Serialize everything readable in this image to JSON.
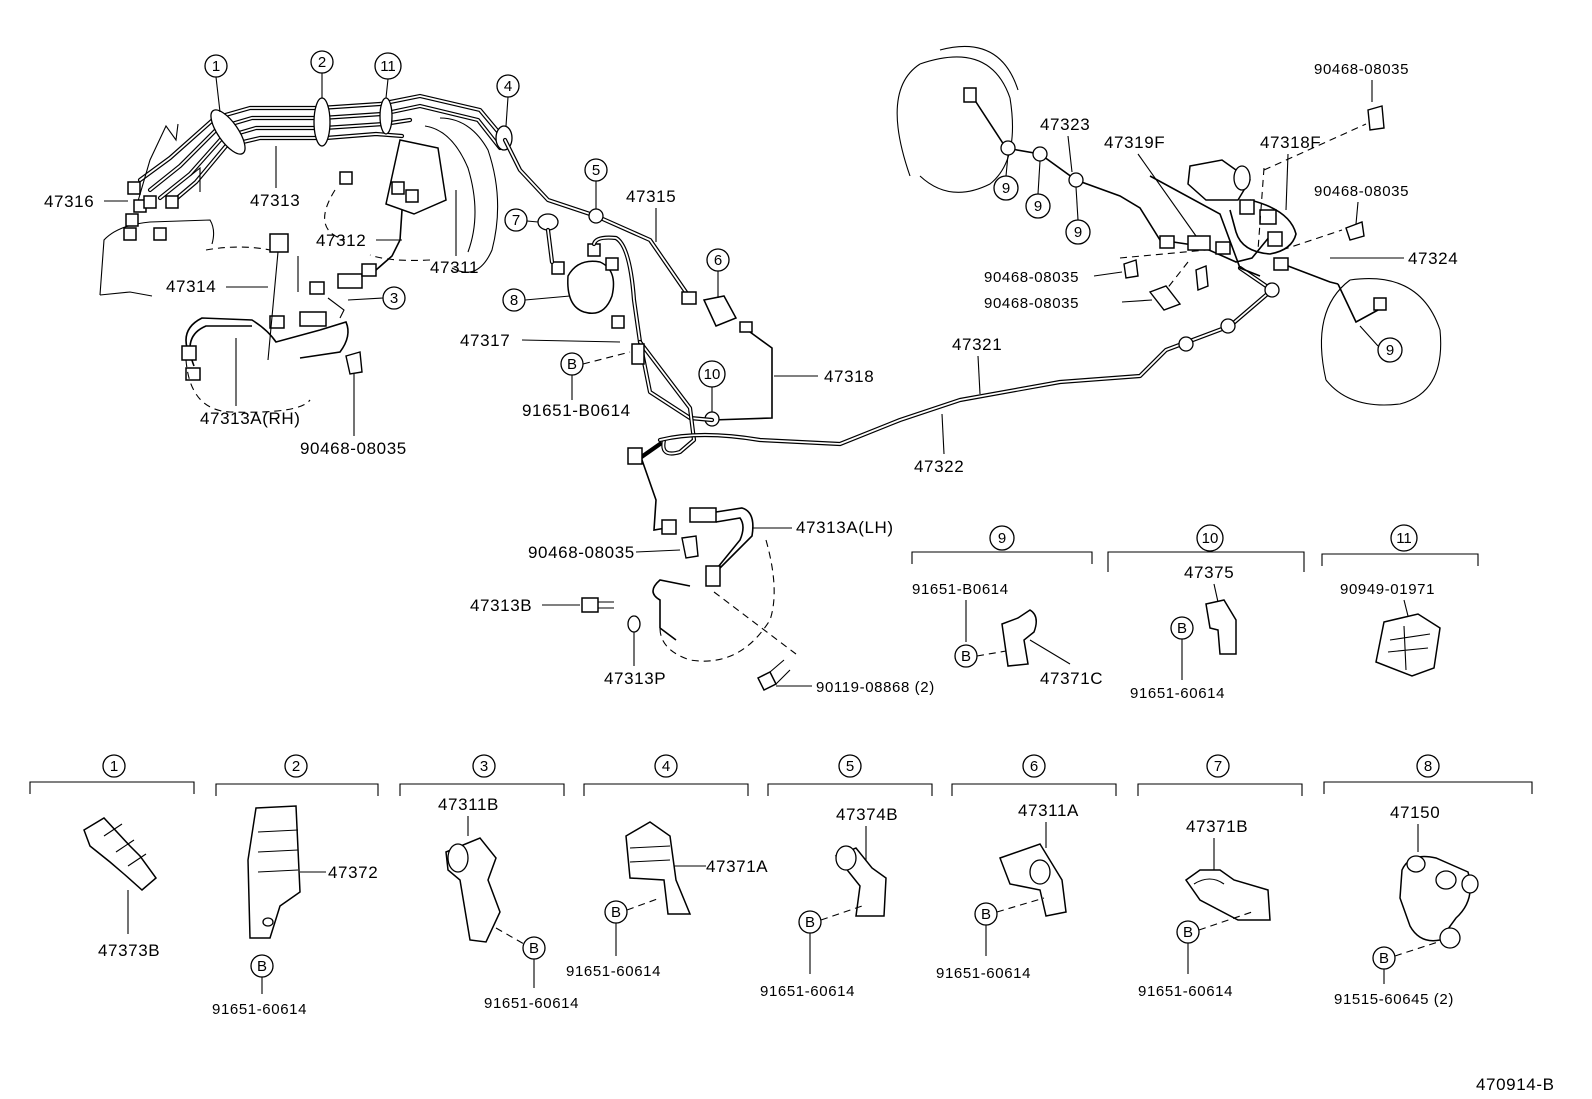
{
  "diagram_code": "470914-B",
  "callouts": {
    "c1": "1",
    "c2": "2",
    "c3": "3",
    "c4": "4",
    "c5": "5",
    "c6": "6",
    "c7": "7",
    "c8": "8",
    "c9": "9",
    "c10": "10",
    "c11": "11",
    "cB": "B"
  },
  "labels": {
    "p47316": "47316",
    "p47313": "47313",
    "p47312": "47312",
    "p47311": "47311",
    "p47314": "47314",
    "p47313a_rh": "47313A(RH)",
    "p90468_a": "90468-08035",
    "p47315": "47315",
    "p47317": "47317",
    "p91651_b0614_a": "91651-B0614",
    "p47318": "47318",
    "p47321": "47321",
    "p47322": "47322",
    "p47313a_lh": "47313A(LH)",
    "p90468_b": "90468-08035",
    "p47313b": "47313B",
    "p47313p": "47313P",
    "p90119": "90119-08868 (2)",
    "p90468_c": "90468-08035",
    "p47323": "47323",
    "p47319f": "47319F",
    "p47318f": "47318F",
    "p90468_d": "90468-08035",
    "p90468_e": "90468-08035",
    "p90468_f": "90468-08035",
    "p47324": "47324"
  },
  "detail_top": {
    "d9_part": "91651-B0614",
    "d9_bracket": "47371C",
    "d10_part": "47375",
    "d10_bolt": "91651-60614",
    "d11_part": "90949-01971"
  },
  "detail_bottom": {
    "d1_part": "47373B",
    "d2_part": "47372",
    "d2_bolt": "91651-60614",
    "d3_part": "47311B",
    "d3_bolt": "91651-60614",
    "d4_part": "47371A",
    "d4_bolt": "91651-60614",
    "d5_part": "47374B",
    "d5_bolt": "91651-60614",
    "d6_part": "47311A",
    "d6_bolt": "91651-60614",
    "d7_part": "47371B",
    "d7_bolt": "91651-60614",
    "d8_part": "47150",
    "d8_bolt": "91515-60645 (2)"
  }
}
